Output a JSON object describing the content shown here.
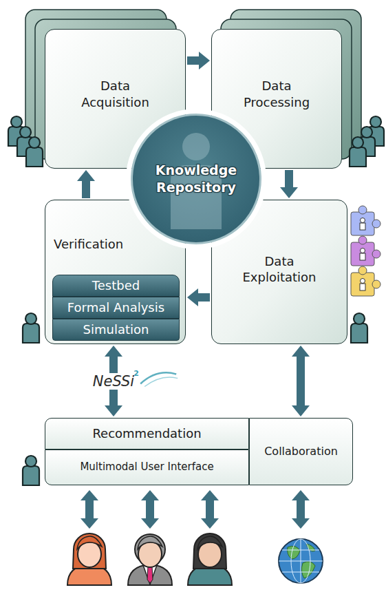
{
  "diagram": {
    "nodes": [
      {
        "text": [
          "Data Acquisition"
        ]
      },
      {
        "text": [
          "Data Processing"
        ]
      },
      {
        "text": [
          "Knowledge Repository"
        ]
      },
      {
        "text": [
          "Verification"
        ]
      },
      {
        "text": [
          "Testbed"
        ],
        "in": 3
      },
      {
        "text": [
          "Formal Analysis"
        ],
        "in": 3
      },
      {
        "text": [
          "Simulation"
        ],
        "in": 3
      },
      {
        "text": [
          "Data Exploitation"
        ]
      },
      {
        "text": [
          "Recommendation"
        ]
      },
      {
        "text": [
          "Multimodal User Interface"
        ]
      },
      {
        "text": [
          "Collaboration"
        ]
      }
    ],
    "edges": [
      {
        "from": 0,
        "to": 1,
        "arrow": "to"
      },
      {
        "from": 1,
        "to": 7,
        "arrow": "to"
      },
      {
        "from": 7,
        "to": 3,
        "arrow": "to"
      },
      {
        "from": 3,
        "to": 0,
        "arrow": "to"
      },
      {
        "from": 3,
        "to": 8,
        "label": "NeSSi",
        "arrow": "both"
      },
      {
        "from": 7,
        "to": 10,
        "arrow": "both"
      }
    ],
    "labels": [
      "2"
    ]
  }
}
